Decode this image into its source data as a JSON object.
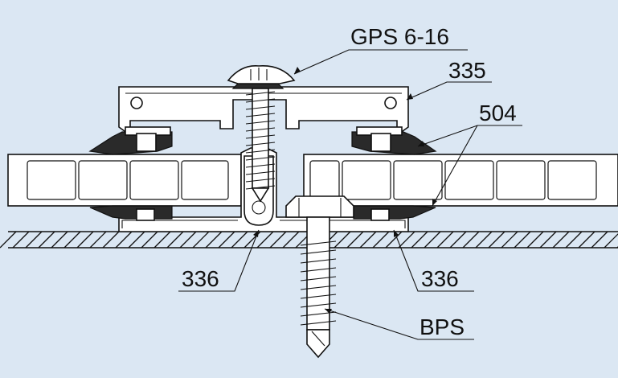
{
  "labels": {
    "gps": "GPS 6-16",
    "profile_top": "335",
    "gasket": "504",
    "base_left": "336",
    "base_right": "336",
    "bps": "BPS"
  },
  "colors": {
    "background": "#dbe7f3",
    "line": "#111111",
    "part_fill": "#ffffff",
    "gasket_fill": "#2a2a2a"
  }
}
